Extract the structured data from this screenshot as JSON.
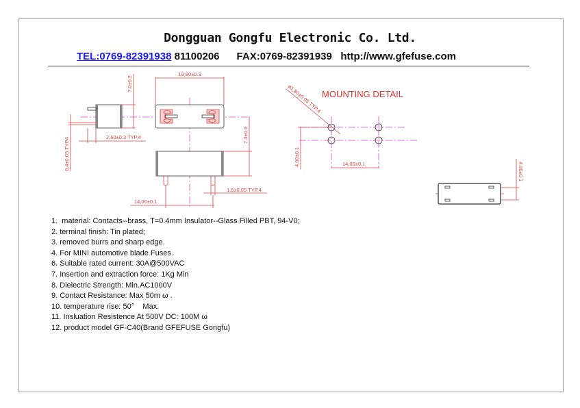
{
  "header": {
    "company": "Dongguan Gongfu Electronic Co. Ltd.",
    "tel_link": "TEL:0769-82391938",
    "tel_extra": " 81100206",
    "fax": "FAX:0769-82391939",
    "website": "http://www.gfefuse.com"
  },
  "drawing": {
    "dim_width": "19,80±0.3",
    "dim_side_height": "7.0±0.2",
    "dim_pin_spacing_side": "2,60±0.3 TYP.4",
    "dim_pin_thickness": "0.4±0.05 TYP4",
    "dim_body_height": "7.3±0.3",
    "dim_pin_width": "1.6±0.05 TYP.4",
    "dim_pin_pitch": "14,00±0.1",
    "mounting_title": "MOUNTING DETAIL",
    "dim_hole_diameter": "ø1,80±0.05 TYP.4",
    "dim_hole_row_spacing": "4,00±0.1",
    "dim_hole_pitch": "14,00±0.1",
    "dim_slot_spacing": "4.00±0.1",
    "colors": {
      "dimension": "#e04040",
      "centerline": "#e040e0",
      "outline": "#333333"
    }
  },
  "notes": [
    "1.  material: Contacts--brass, T=0.4mm Insulator--Glass Filled PBT, 94-V0;",
    "2. terminal finish: Tin plated;",
    "3. removed burrs and sharp edge.",
    "4. For MINI automotive blade Fuses.",
    "6. Suitable rated current: 30A@500VAC",
    "7. Insertion and extraction force: 1Kg Min",
    "8. Dielectric Strength: Min.AC1000V",
    "9. Contact Resistance: Max 50m ω .",
    "10. temperature rise: 50°    Max.",
    "11. Insluation Resistence At 500V DC: 100M ω",
    "12. product model GF-C40(Brand GFEFUSE Gongfu)"
  ]
}
